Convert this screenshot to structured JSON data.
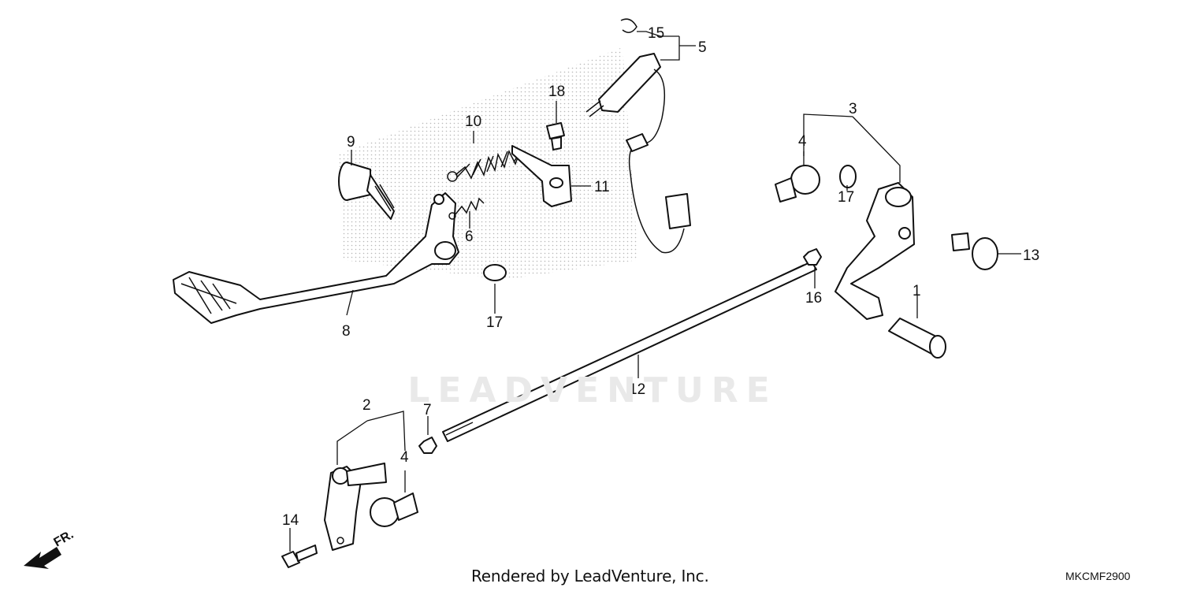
{
  "diagram": {
    "callouts": {
      "c1": "1",
      "c2": "2",
      "c3": "3",
      "c4a": "4",
      "c4b": "4",
      "c5": "5",
      "c6": "6",
      "c7": "7",
      "c8": "8",
      "c9": "9",
      "c10": "10",
      "c11": "11",
      "c12": "12",
      "c13": "13",
      "c14": "14",
      "c15": "15",
      "c16": "16",
      "c17a": "17",
      "c17b": "17",
      "c18": "18"
    },
    "direction_label": "FR.",
    "watermark": "LEADVENTURE",
    "footer_credit": "Rendered by LeadVenture, Inc.",
    "diagram_code": "MKCMF2900"
  }
}
